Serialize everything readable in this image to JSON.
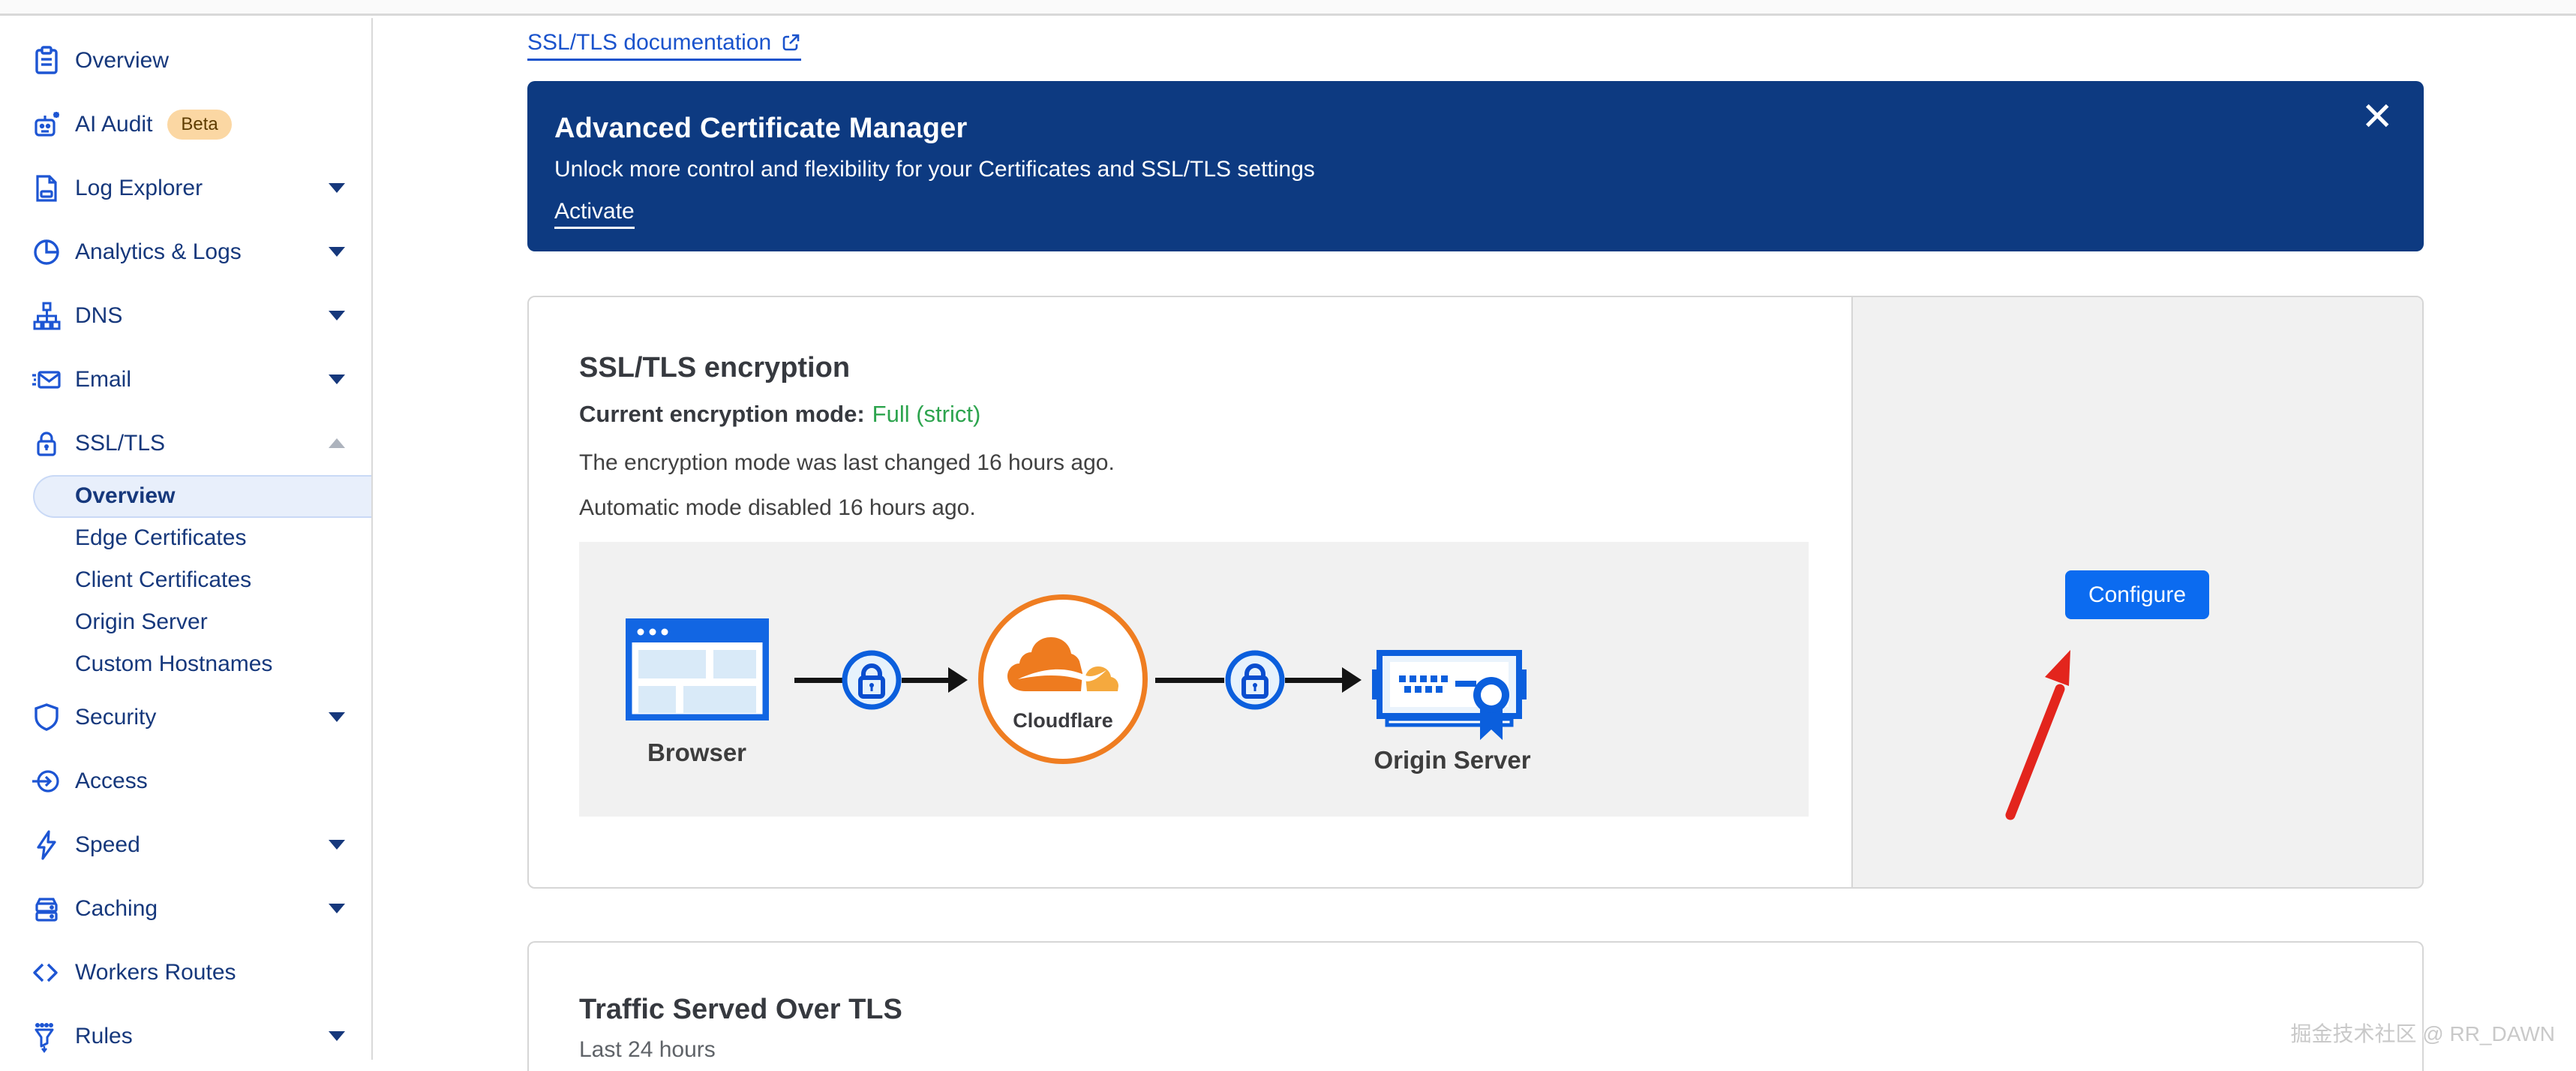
{
  "colors": {
    "icon_blue": "#1d55d3",
    "nav_text": "#16387c",
    "banner_bg": "#0d3a81",
    "link_blue": "#1a53cc",
    "configure_blue": "#0b6bf0",
    "mode_green": "#2da44e",
    "cloudflare_orange": "#ef7d21",
    "red_arrow": "#e3251d"
  },
  "header": {
    "doc_link": "SSL/TLS documentation"
  },
  "sidebar": {
    "items": [
      {
        "label": "Overview"
      },
      {
        "label": "AI Audit",
        "badge": "Beta"
      },
      {
        "label": "Log Explorer"
      },
      {
        "label": "Analytics & Logs"
      },
      {
        "label": "DNS"
      },
      {
        "label": "Email"
      },
      {
        "label": "SSL/TLS"
      },
      {
        "label": "Overview",
        "active": true
      },
      {
        "label": "Edge Certificates"
      },
      {
        "label": "Client Certificates"
      },
      {
        "label": "Origin Server"
      },
      {
        "label": "Custom Hostnames"
      },
      {
        "label": "Security"
      },
      {
        "label": "Access"
      },
      {
        "label": "Speed"
      },
      {
        "label": "Caching"
      },
      {
        "label": "Workers Routes"
      },
      {
        "label": "Rules"
      }
    ]
  },
  "banner": {
    "title": "Advanced Certificate Manager",
    "subtitle": "Unlock more control and flexibility for your Certificates and SSL/TLS settings",
    "action": "Activate",
    "close": "✕"
  },
  "encryption_card": {
    "title": "SSL/TLS encryption",
    "mode_label": "Current encryption mode:",
    "mode_value": "Full (strict)",
    "line1": "The encryption mode was last changed 16 hours ago.",
    "line2": "Automatic mode disabled 16 hours ago.",
    "configure_label": "Configure"
  },
  "diagram": {
    "browser_label": "Browser",
    "cloudflare_label": "Cloudflare",
    "origin_label": "Origin Server"
  },
  "traffic_card": {
    "title": "Traffic Served Over TLS",
    "subtitle": "Last 24 hours"
  },
  "watermark": "掘金技术社区 @ RR_DAWN"
}
